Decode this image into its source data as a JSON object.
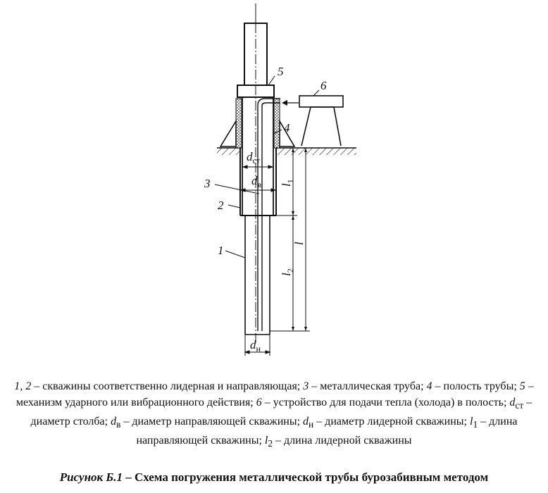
{
  "labels": {
    "n1": "1",
    "n2": "2",
    "n3": "3",
    "n4": "4",
    "n5": "5",
    "n6": "6",
    "d_st_base": "d",
    "d_st_sub": "ст",
    "d_v_base": "d",
    "d_v_sub": "в",
    "d_n_base": "d",
    "d_n_sub": "н",
    "l1_base": "l",
    "l1_sub": "1",
    "l2_base": "l",
    "l2_sub": "2",
    "l_total": "l"
  },
  "legend": {
    "p1": "1, 2",
    "t1": " – скважины соответственно лидерная и направляющая; ",
    "p2": "3",
    "t2": " – металлическая труба; ",
    "p3": "4",
    "t3": " – полость трубы; ",
    "p4": "5",
    "t4": " – механизм ударного или вибрационного действия; ",
    "p5": "6",
    "t5": " – устройство для подачи тепла (холода) в полость; ",
    "p6": "d",
    "s6": "ст",
    "t6": " – диаметр столба; ",
    "p7": "d",
    "s7": "в",
    "t7": " – диаметр направляющей скважины; ",
    "p8": "d",
    "s8": "н",
    "t8": " – диаметр лидерной скважины; ",
    "p9": "l",
    "s9": "1",
    "t9": " – длина направляющей скважины; ",
    "p10": "l",
    "s10": "2",
    "t10": " – длина лидерной скважины"
  },
  "caption": {
    "number": "Рисунок Б.1",
    "text": " – Схема погружения металлической трубы бурозабивным методом"
  }
}
